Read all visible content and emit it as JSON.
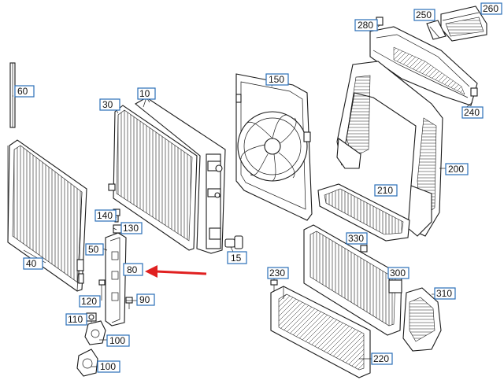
{
  "callouts": {
    "c10": "10",
    "c30": "30",
    "c40": "40",
    "c50": "50",
    "c60": "60",
    "c80": "80",
    "c90": "90",
    "c100a": "100",
    "c100b": "100",
    "c110": "110",
    "c120": "120",
    "c130": "130",
    "c140": "140",
    "c15": "15",
    "c150": "150",
    "c200": "200",
    "c210": "210",
    "c220": "220",
    "c230": "230",
    "c240": "240",
    "c250": "250",
    "c260": "260",
    "c280": "280",
    "c300": "300",
    "c310": "310",
    "c330": "330"
  },
  "colors": {
    "callout_border": "#2a6fb8",
    "arrow": "#e02020",
    "linework": "#1a1a1a"
  }
}
